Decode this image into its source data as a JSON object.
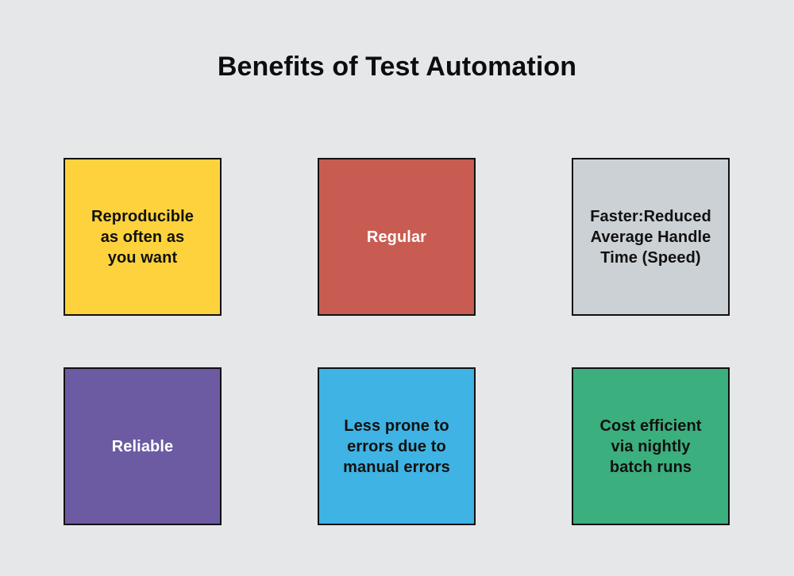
{
  "page": {
    "title": "Benefits of Test Automation",
    "background_color": "#e5e7e9",
    "title_color": "#0d0d0d"
  },
  "cards": [
    {
      "id": "reproducible",
      "label": "Reproducible\nas often as\nyou want",
      "fill": "#fdd23c",
      "border": "#111111",
      "text_color": "#111111",
      "row": 1,
      "column": 1
    },
    {
      "id": "regular",
      "label": "Regular",
      "fill": "#c95c52",
      "border": "#111111",
      "text_color": "#ffffff",
      "row": 1,
      "column": 2
    },
    {
      "id": "faster",
      "label": "Faster:Reduced\nAverage Handle\nTime (Speed)",
      "fill": "#ccd1d6",
      "border": "#111111",
      "text_color": "#111111",
      "row": 1,
      "column": 3
    },
    {
      "id": "reliable",
      "label": "Reliable",
      "fill": "#6c5ba2",
      "border": "#111111",
      "text_color": "#ffffff",
      "row": 2,
      "column": 1
    },
    {
      "id": "less-prone-to-errors",
      "label": "Less prone to\nerrors due to\nmanual errors",
      "fill": "#3fb3e3",
      "border": "#111111",
      "text_color": "#111111",
      "row": 2,
      "column": 2
    },
    {
      "id": "cost-efficient",
      "label": "Cost efficient\nvia nightly\nbatch runs",
      "fill": "#3baf7e",
      "border": "#111111",
      "text_color": "#111111",
      "row": 2,
      "column": 3
    }
  ]
}
